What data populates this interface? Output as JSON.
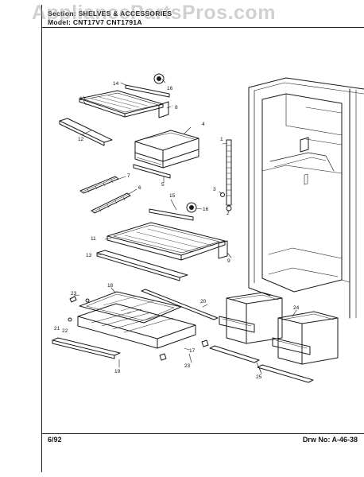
{
  "header": {
    "section_label": "Section: SHELVES & ACCESSORIES",
    "model_label": "Model: CNT17V7 CNT1791A"
  },
  "watermark": "AppliancePartsPros.com",
  "footer": {
    "date": "6/92",
    "drawing_number": "Drw No: A-46-38"
  },
  "callouts": {
    "c1": "1",
    "c2": "2",
    "c3": "3",
    "c4": "4",
    "c5": "5",
    "c6": "6",
    "c7": "7",
    "c8": "8",
    "c9": "9",
    "c10": "10",
    "c11": "11",
    "c12": "12",
    "c13": "13",
    "c14": "14",
    "c15": "15",
    "c16a": "16",
    "c16b": "16",
    "c17": "17",
    "c18": "18",
    "c19": "19",
    "c20": "20",
    "c21": "21",
    "c22": "22",
    "c23a": "23",
    "c23b": "23",
    "c24": "24",
    "c25": "25"
  }
}
